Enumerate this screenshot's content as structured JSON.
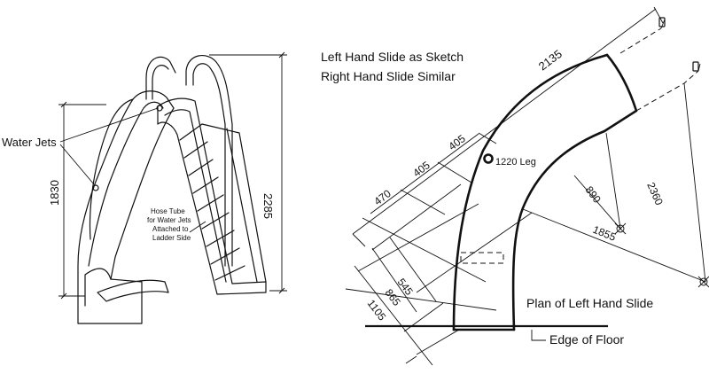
{
  "left_drawing": {
    "water_jets": "Water Jets",
    "hose_note": [
      "Hose Tube",
      "for Water Jets",
      "Attached to",
      "Ladder Side"
    ],
    "dim_height_slide": "1830",
    "dim_height_overall": "2285"
  },
  "right_drawing": {
    "title_line1": "Left Hand Slide as Sketch",
    "title_line2": "Right Hand Slide Similar",
    "leg_label": "1220 Leg",
    "plan_label": "Plan of Left Hand Slide",
    "floor_label": "Edge of Floor",
    "dims": {
      "d2135": "2135",
      "d405a": "405",
      "d405b": "405",
      "d470": "470",
      "d545": "545",
      "d865": "865",
      "d1105": "1105",
      "d890": "890",
      "d2360": "2360",
      "d1855": "1855"
    }
  }
}
